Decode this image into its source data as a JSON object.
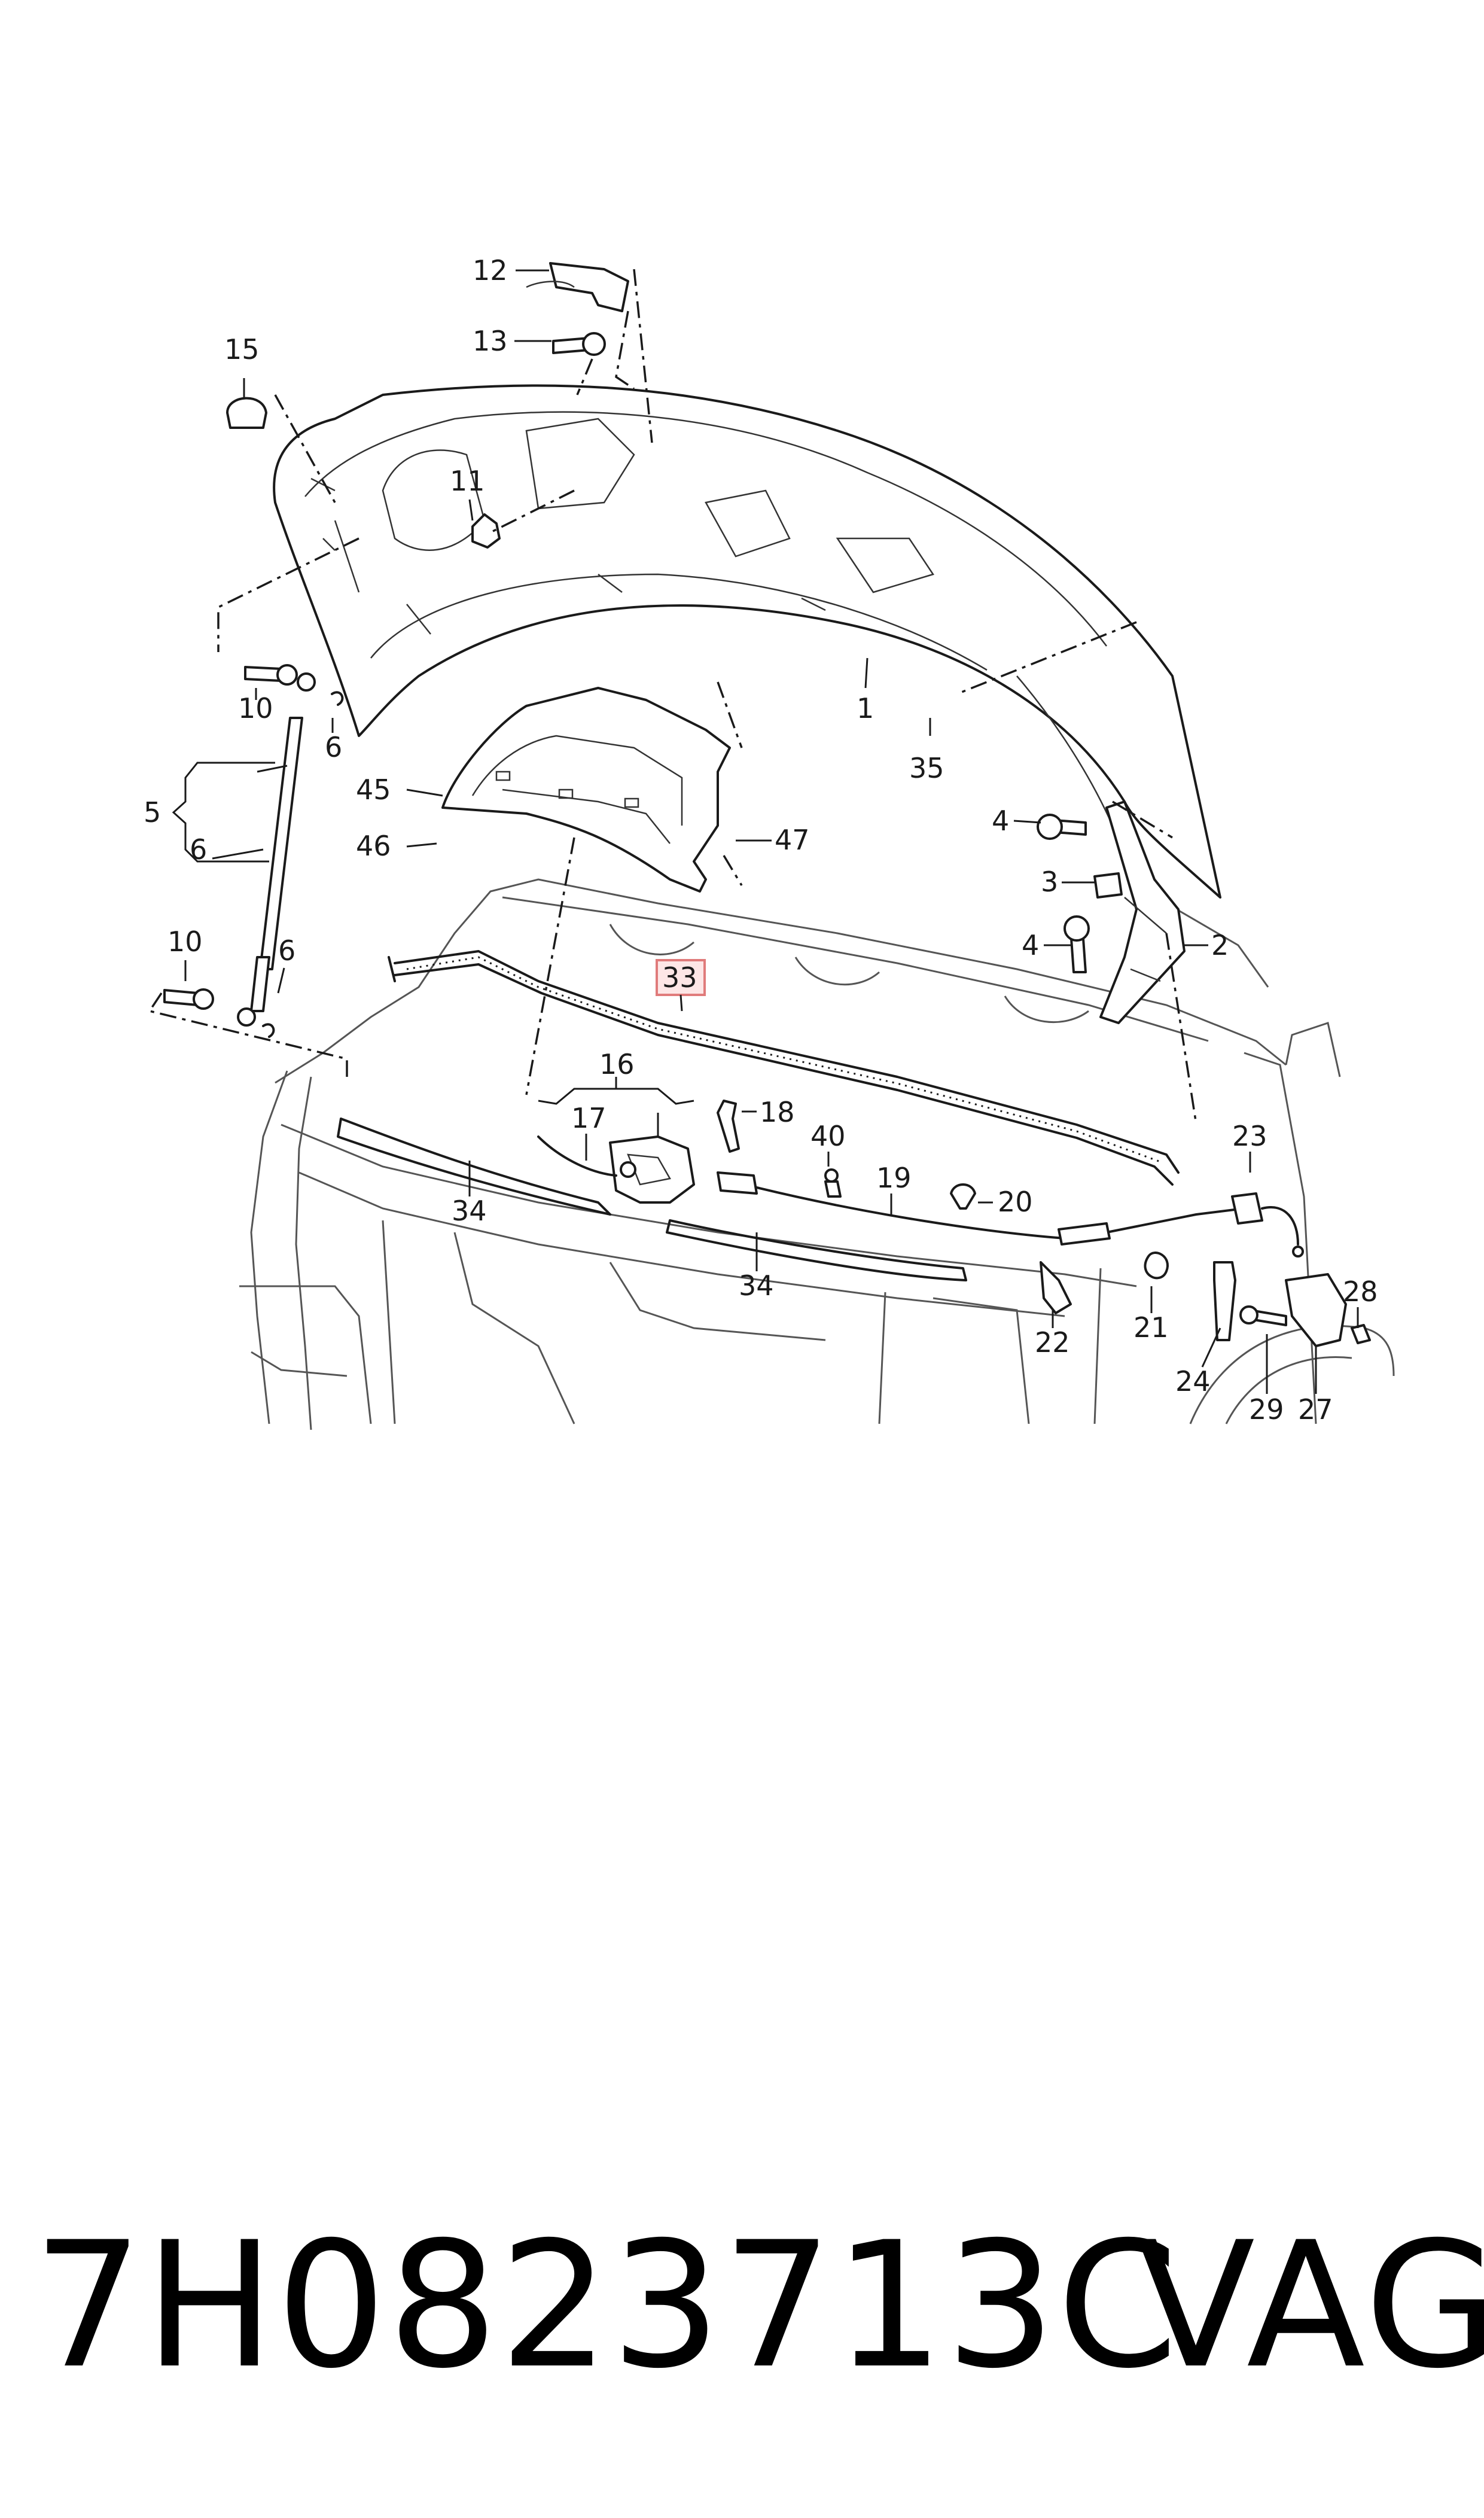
{
  "diagram": {
    "callouts": [
      {
        "id": "c12",
        "text": "12"
      },
      {
        "id": "c13",
        "text": "13"
      },
      {
        "id": "c15",
        "text": "15"
      },
      {
        "id": "c11",
        "text": "11"
      },
      {
        "id": "c1",
        "text": "1"
      },
      {
        "id": "c35",
        "text": "35"
      },
      {
        "id": "c10a",
        "text": "10"
      },
      {
        "id": "c6a",
        "text": "6"
      },
      {
        "id": "c5",
        "text": "5"
      },
      {
        "id": "c6b",
        "text": "6"
      },
      {
        "id": "c10b",
        "text": "10"
      },
      {
        "id": "c6c",
        "text": "6"
      },
      {
        "id": "c45",
        "text": "45"
      },
      {
        "id": "c46",
        "text": "46"
      },
      {
        "id": "c47",
        "text": "47"
      },
      {
        "id": "c4a",
        "text": "4"
      },
      {
        "id": "c3",
        "text": "3"
      },
      {
        "id": "c4b",
        "text": "4"
      },
      {
        "id": "c2",
        "text": "2"
      },
      {
        "id": "c33",
        "text": "33"
      },
      {
        "id": "c16",
        "text": "16"
      },
      {
        "id": "c17",
        "text": "17"
      },
      {
        "id": "c18",
        "text": "18"
      },
      {
        "id": "c40",
        "text": "40"
      },
      {
        "id": "c19",
        "text": "19"
      },
      {
        "id": "c20",
        "text": "20"
      },
      {
        "id": "c23",
        "text": "23"
      },
      {
        "id": "c34a",
        "text": "34"
      },
      {
        "id": "c34b",
        "text": "34"
      },
      {
        "id": "c28",
        "text": "28"
      },
      {
        "id": "c21",
        "text": "21"
      },
      {
        "id": "c22",
        "text": "22"
      },
      {
        "id": "c24",
        "text": "24"
      },
      {
        "id": "c29",
        "text": "29"
      },
      {
        "id": "c27",
        "text": "27"
      }
    ],
    "highlight_color": "#e07b7b"
  },
  "footer": {
    "part_number": "7H0823713C",
    "brand": "VAG"
  }
}
